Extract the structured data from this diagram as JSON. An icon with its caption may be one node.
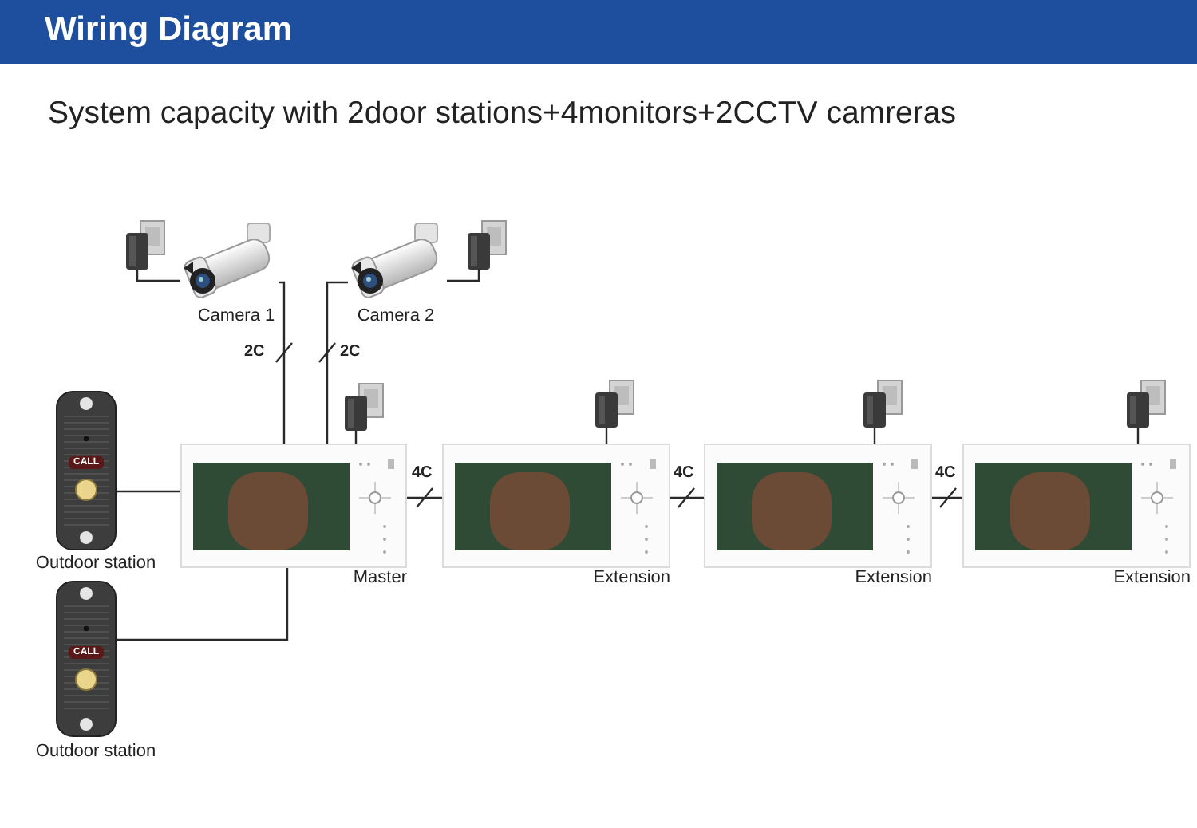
{
  "diagram": {
    "title": "Wiring Diagram",
    "nodes": [
      {
        "text": [],
        "shape": "picture"
      },
      {
        "text": [
          "Camera 1"
        ]
      },
      {
        "text": [
          "Camera 2"
        ]
      },
      {
        "text": [],
        "shape": "picture"
      },
      {
        "text": [],
        "shape": "picture"
      },
      {
        "text": [],
        "shape": "picture"
      },
      {
        "text": [],
        "shape": "picture"
      },
      {
        "text": [],
        "shape": "picture"
      },
      {
        "text": [
          "Outdoor station"
        ]
      },
      {
        "text": [
          "Master"
        ]
      },
      {
        "text": [
          "Extension"
        ]
      },
      {
        "text": [
          "Extension"
        ]
      },
      {
        "text": [
          "Extension"
        ]
      },
      {
        "text": [
          "Outdoor station"
        ]
      }
    ],
    "edges": [
      {
        "from": 0,
        "to": 1,
        "arrow": "none"
      },
      {
        "from": 3,
        "to": 2,
        "arrow": "none"
      },
      {
        "from": 1,
        "to": 9,
        "arrow": "none",
        "label": "2C"
      },
      {
        "from": 2,
        "to": 9,
        "arrow": "none",
        "label": "2C"
      },
      {
        "from": 4,
        "to": 9,
        "arrow": "none"
      },
      {
        "from": 5,
        "to": 10,
        "arrow": "none"
      },
      {
        "from": 6,
        "to": 11,
        "arrow": "none"
      },
      {
        "from": 7,
        "to": 12,
        "arrow": "none"
      },
      {
        "from": 8,
        "to": 9,
        "arrow": "none"
      },
      {
        "from": 9,
        "to": 10,
        "arrow": "none",
        "label": "4C"
      },
      {
        "from": 10,
        "to": 11,
        "arrow": "none",
        "label": "4C"
      },
      {
        "from": 11,
        "to": 12,
        "arrow": "none",
        "label": "4C"
      },
      {
        "from": 13,
        "to": 9,
        "arrow": "none"
      }
    ],
    "labels": [
      "System capacity with 2door stations+4monitors+2CCTV camreras",
      "CALL",
      "CALL"
    ]
  }
}
